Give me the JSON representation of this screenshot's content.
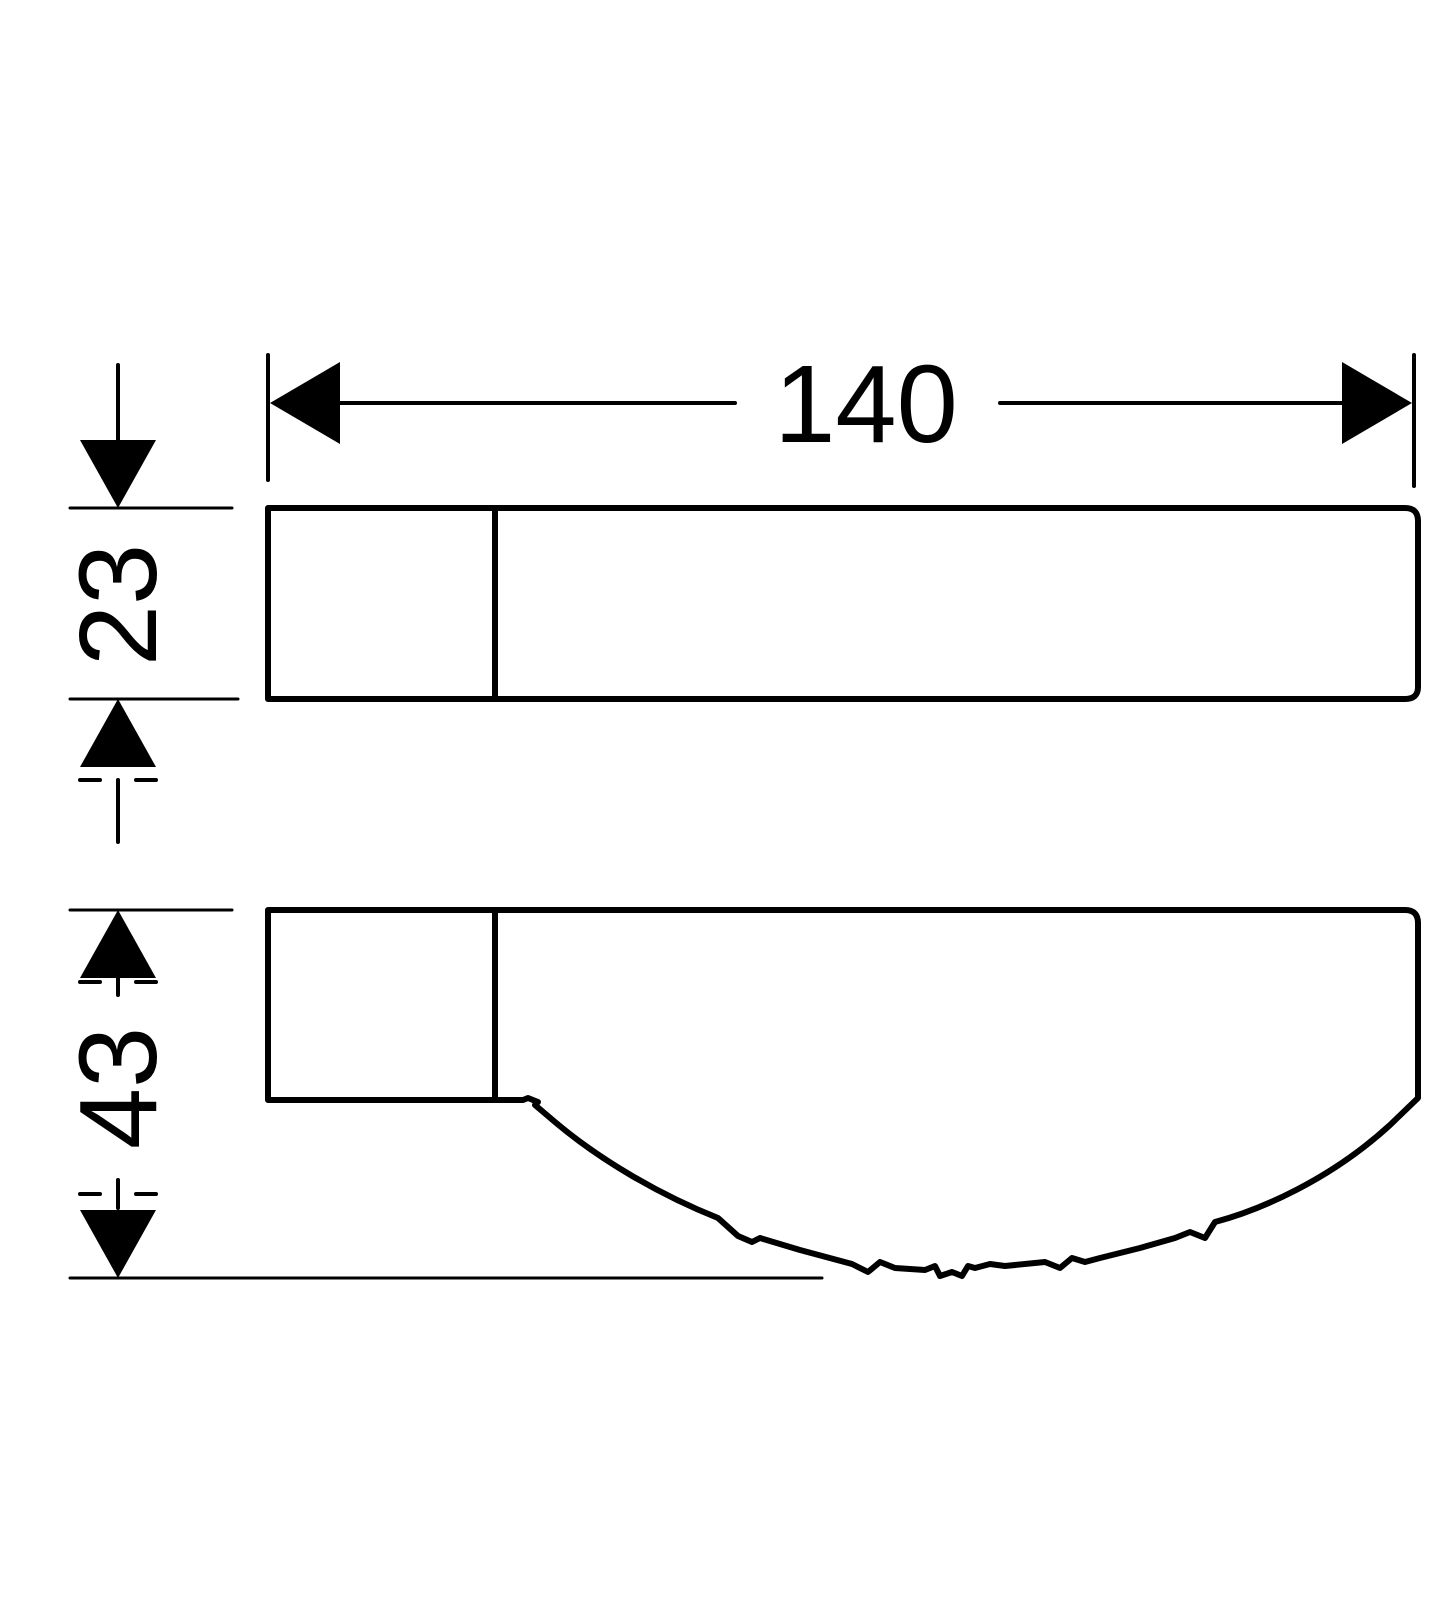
{
  "dimensions": {
    "width": "140",
    "top_height": "23",
    "bottom_height": "43"
  },
  "colors": {
    "line": "#000000",
    "background": "#ffffff"
  }
}
